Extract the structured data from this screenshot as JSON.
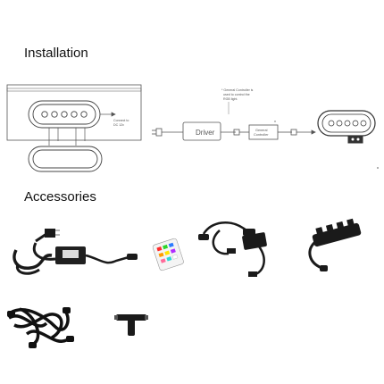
{
  "sections": {
    "installation": "Installation",
    "accessories": "Accessories"
  },
  "diagram": {
    "driver_label": "Driver",
    "controller_label_line1": "General",
    "controller_label_line2": "Controller",
    "connect_line1": "Connect to",
    "connect_line2": "DC 12v",
    "note_line1": "* General Controller is",
    "note_line2": "used to control the",
    "note_line3": "RGB light.",
    "asterisk": "*"
  },
  "colors": {
    "line": "#555555",
    "cable": "#1a1a1a",
    "rgb_led": [
      "#ff2b2b",
      "#ff9a00",
      "#ffe600",
      "#2bd62b",
      "#2b7bff",
      "#b02bff"
    ]
  }
}
